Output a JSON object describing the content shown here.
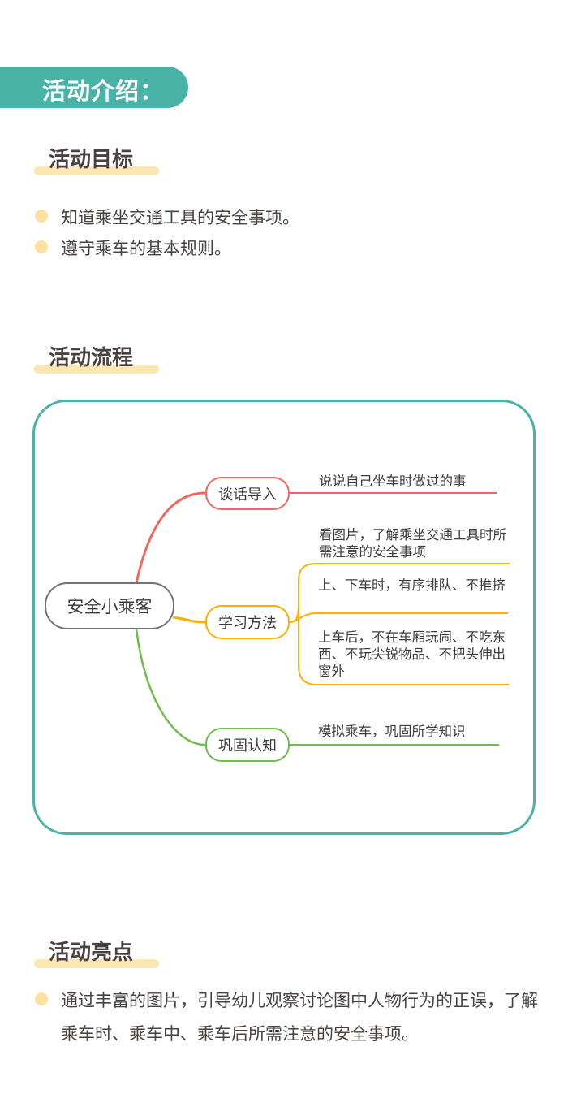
{
  "banner": {
    "title": "活动介绍："
  },
  "goals": {
    "heading": "活动目标",
    "items": [
      "知道乘坐交通工具的安全事项。",
      "遵守乘车的基本规则。"
    ]
  },
  "process": {
    "heading": "活动流程",
    "mindmap": {
      "root": "安全小乘客",
      "branches": [
        {
          "label": "谈话导入",
          "color": "#F4665A",
          "leaves": [
            "说说自己坐车时做过的事"
          ]
        },
        {
          "label": "学习方法",
          "color": "#FFAE00",
          "leaves": [
            "看图片，了解乘坐交通工具时所需注意的安全事项",
            "上、下车时，有序排队、不推挤",
            "上车后，不在车厢玩闹、不吃东西、不玩尖锐物品、不把头伸出窗外"
          ]
        },
        {
          "label": "巩固认知",
          "color": "#6CC04A",
          "leaves": [
            "模拟乘车，巩固所学知识"
          ]
        }
      ]
    }
  },
  "highlights": {
    "heading": "活动亮点",
    "items": [
      "通过丰富的图片，引导幼儿观察讨论图中人物行为的正误，了解乘车时、乘车中、乘车后所需注意的安全事项。"
    ]
  },
  "colors": {
    "teal": "#4AB3A8",
    "highlight": "#FDE7B0",
    "root_border": "#6B7280"
  }
}
